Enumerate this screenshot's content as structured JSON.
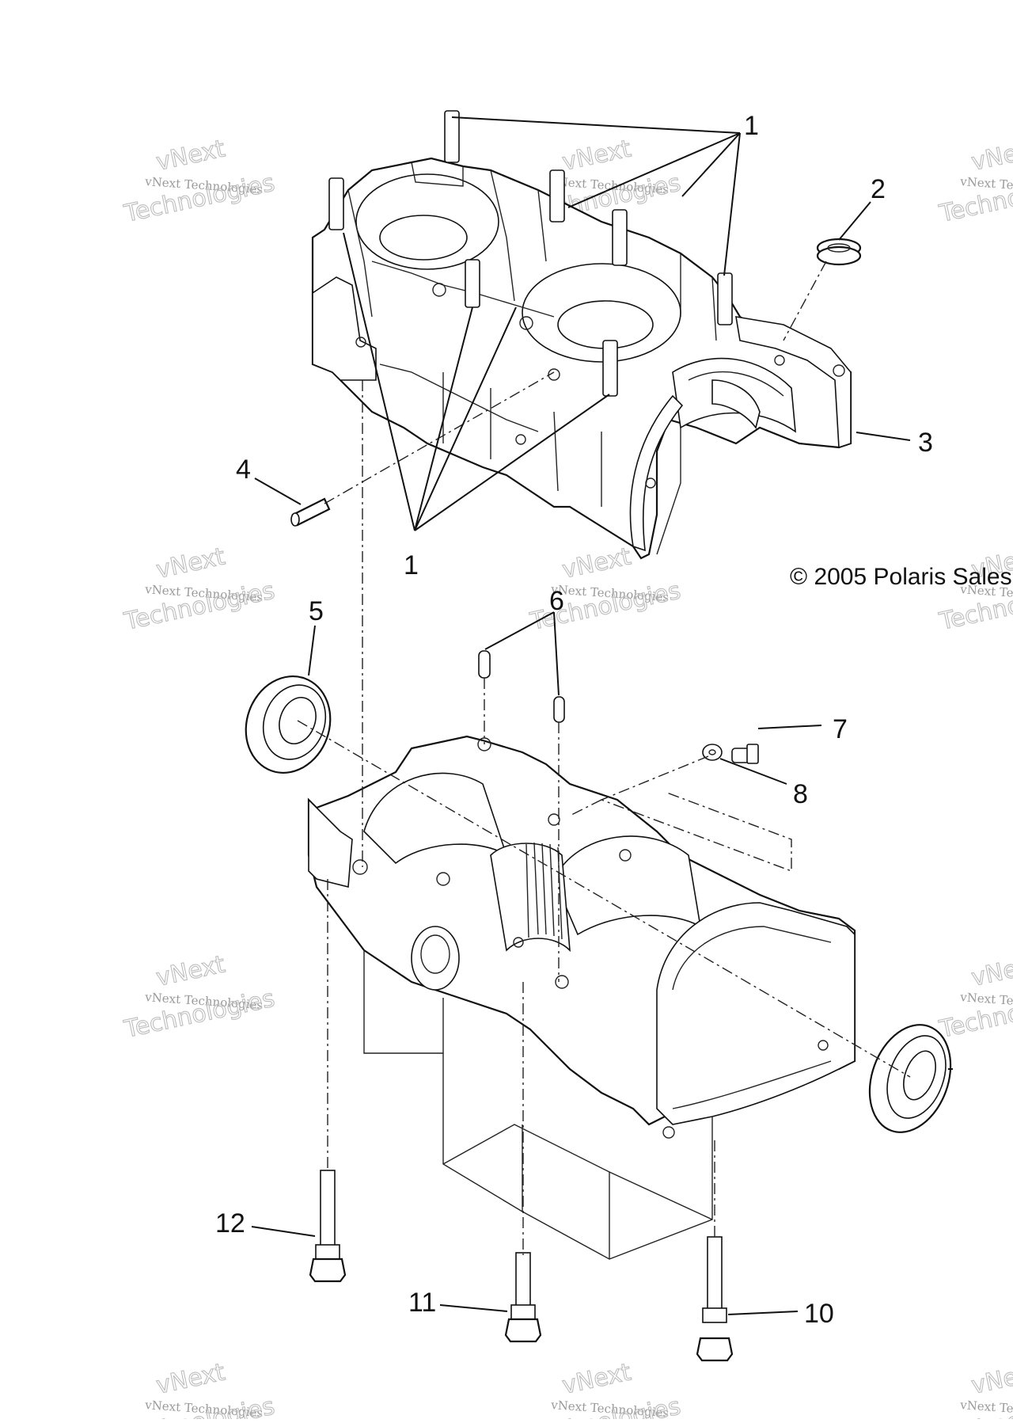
{
  "diagram": {
    "copyright": "© 2005 Polaris Sales",
    "watermark": {
      "line1": "vNext Technologies",
      "line2": "Technologies",
      "line3": "vNext"
    },
    "callouts": [
      "1",
      "1",
      "2",
      "3",
      "4",
      "5",
      "6",
      "7",
      "8",
      "10",
      "11",
      "12"
    ]
  }
}
